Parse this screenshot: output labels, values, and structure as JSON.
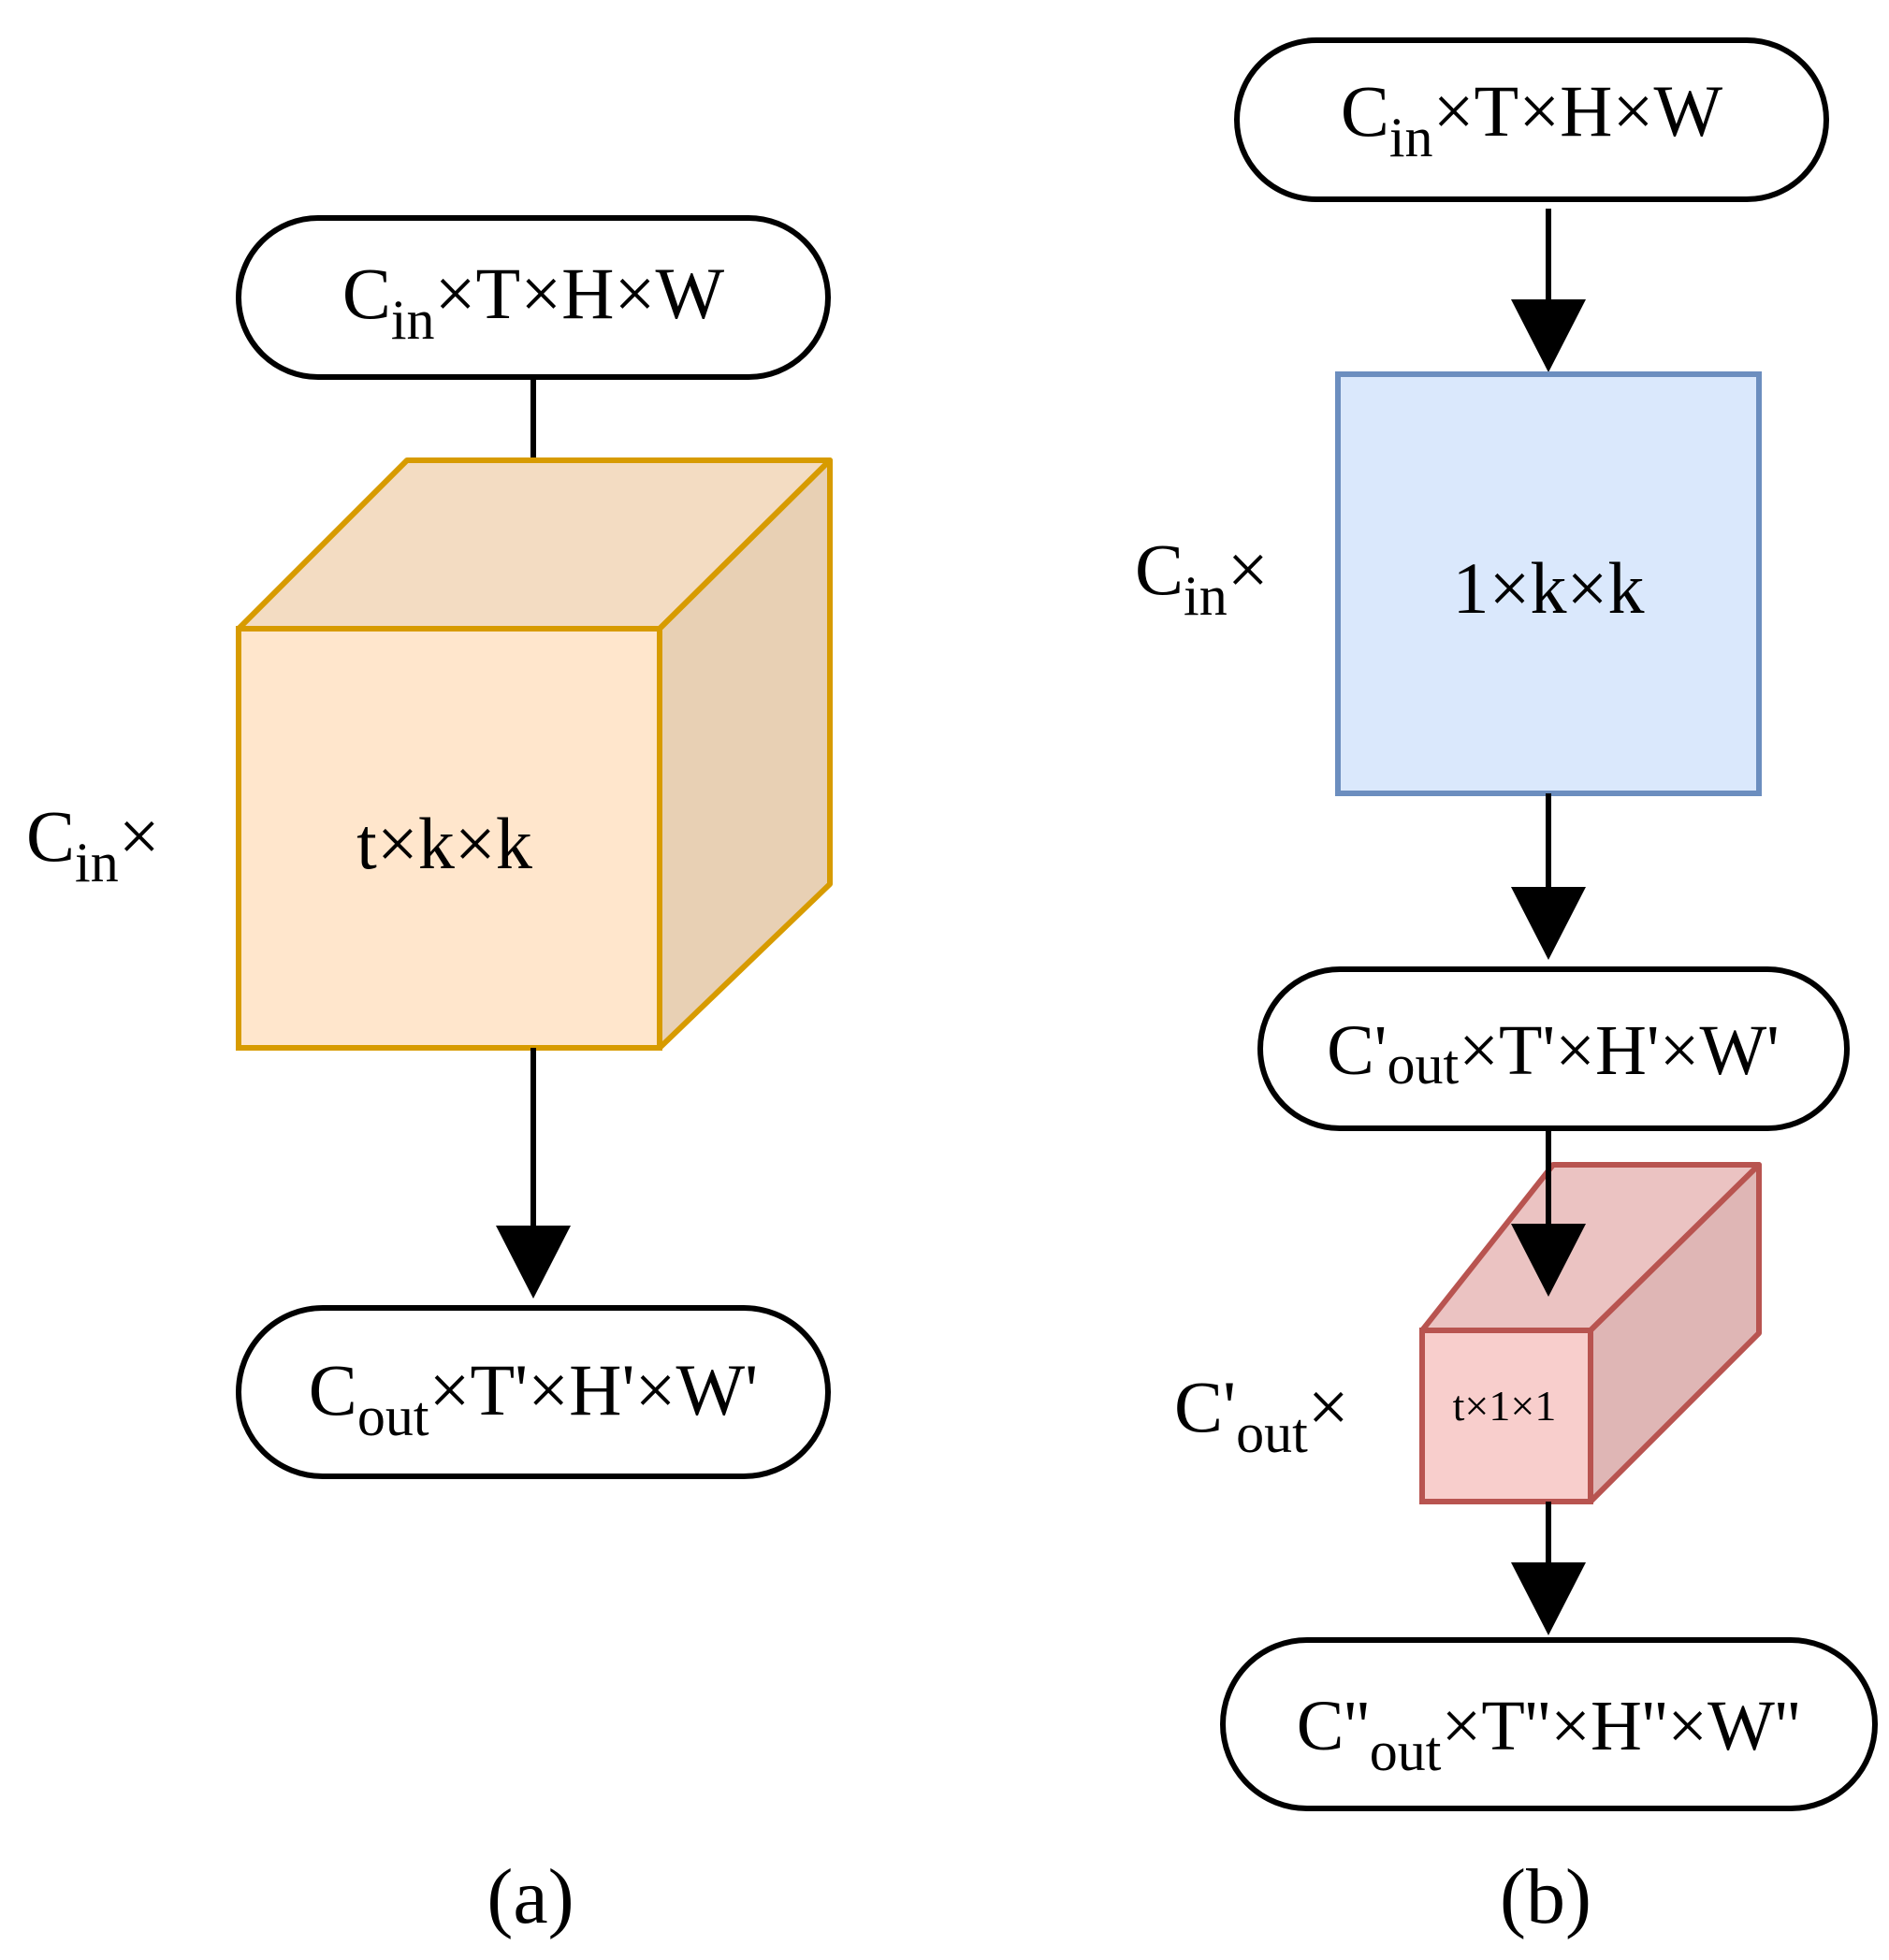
{
  "panel_a": {
    "input": {
      "base": "C",
      "sub": "in",
      "rest": "×T×H×W"
    },
    "channel_label": {
      "base": "C",
      "sub": "in",
      "rest": "×"
    },
    "kernel": "t×k×k",
    "output": {
      "base": "C",
      "sub": "out",
      "rest": "×T'×H'×W'"
    },
    "caption": "(a)"
  },
  "panel_b": {
    "input": {
      "base": "C",
      "sub": "in",
      "rest": "×T×H×W"
    },
    "channel_label_1": {
      "base": "C",
      "sub": "in",
      "rest": "×"
    },
    "kernel_spatial": "1×k×k",
    "mid": {
      "base": "C'",
      "sub": "out",
      "rest": "×T'×H'×W'"
    },
    "channel_label_2": {
      "base": "C'",
      "sub": "out",
      "rest": "×"
    },
    "kernel_temporal": "t×1×1",
    "output": {
      "base": "C''",
      "sub": "out",
      "rest": "×T''×H''×W''"
    },
    "caption": "(b)"
  },
  "colors": {
    "cube_a_front": "#ffe6cc",
    "cube_a_top": "#f3dcc2",
    "cube_a_side": "#e8d0b4",
    "cube_a_stroke": "#d79b00",
    "box_b_fill": "#dae8fc",
    "box_b_stroke": "#6c8ebf",
    "cube_b_front": "#f8cecc",
    "cube_b_top": "#ebc3c2",
    "cube_b_side": "#dfb6b5",
    "cube_b_stroke": "#b85450"
  }
}
